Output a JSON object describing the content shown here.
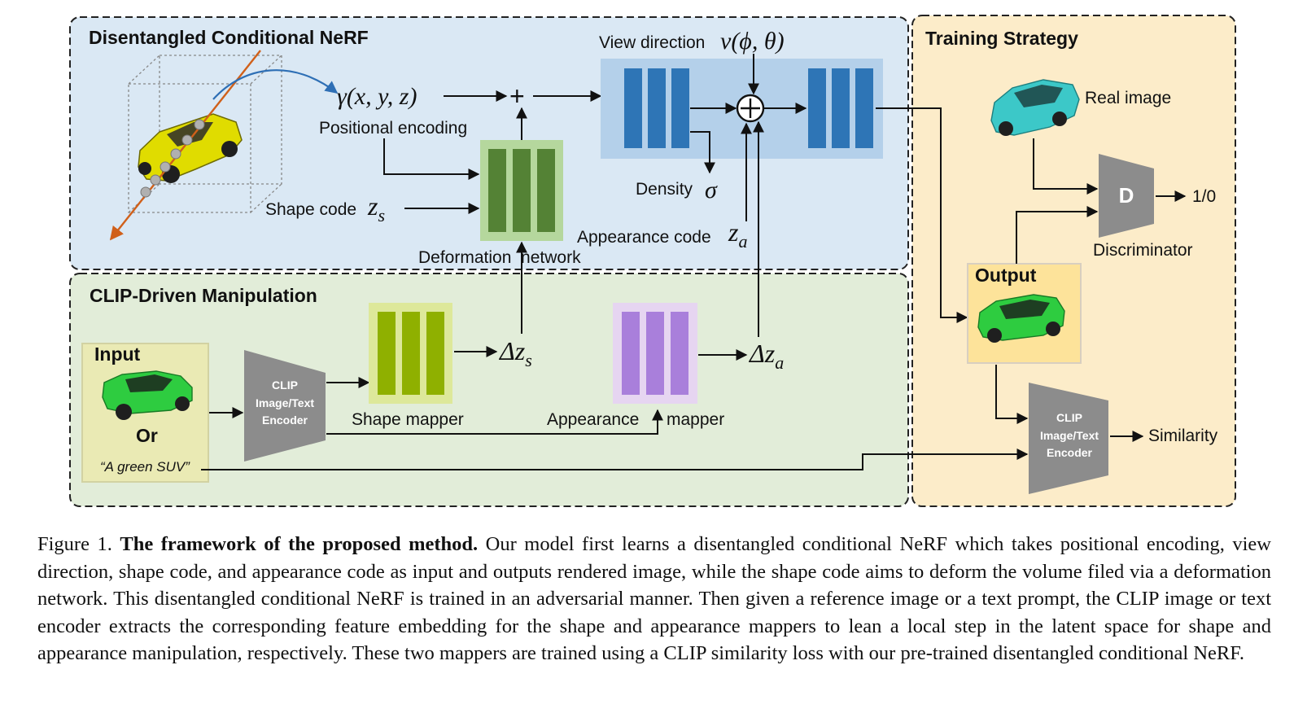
{
  "sections": {
    "nerf_title": "Disentangled Conditional NeRF",
    "clip_title": "CLIP-Driven Manipulation",
    "training_title": "Training Strategy"
  },
  "labels": {
    "positional_encoding_math": "γ(x, y, z)",
    "positional_encoding": "Positional encoding",
    "view_direction": "View direction",
    "view_direction_math": "v(ϕ, θ)",
    "density": "Density",
    "density_math": "σ",
    "shape_code": "Shape code",
    "shape_code_math": "z",
    "shape_code_sub": "s",
    "appearance_code": "Appearance code",
    "appearance_code_math": "z",
    "appearance_code_sub": "a",
    "deformation_network": "Deformation  network",
    "shape_mapper": "Shape mapper",
    "appearance_mapper_1": "Appearance",
    "appearance_mapper_2": "mapper",
    "delta_zs": "Δz",
    "delta_zs_sub": "s",
    "delta_za": "Δz",
    "delta_za_sub": "a",
    "input": "Input",
    "or": "Or",
    "text_prompt": "“A green SUV”",
    "encoder_line1": "CLIP",
    "encoder_line2": "Image/Text",
    "encoder_line3": "Encoder",
    "real_image": "Real image",
    "discriminator_letter": "D",
    "discriminator": "Discriminator",
    "disc_output": "1/0",
    "output": "Output",
    "similarity": "Similarity"
  },
  "caption": {
    "prefix": "Figure 1.",
    "bold": "The framework of the proposed method.",
    "text": "Our model first learns a disentangled conditional NeRF which takes positional encoding, view direction, shape code, and appearance code as input and outputs rendered image, while the shape code aims to deform the volume filed via a deformation network. This disentangled conditional NeRF is trained in an adversarial manner. Then given a reference image or a text prompt, the CLIP image or text encoder extracts the corresponding feature embedding for the shape and appearance mappers to lean a local step in the latent space for shape and appearance manipulation, respectively. These two mappers are trained using a CLIP similarity loss with our pre-trained disentangled conditional NeRF."
  },
  "colors": {
    "nerf_bg": "#dae8f4",
    "clip_bg": "#e2edd9",
    "training_bg": "#fcecc9",
    "nerf_block": "#2e75b6",
    "deform_block": "#548235",
    "shape_block": "#8fb000",
    "appear_block": "#a97fdb",
    "encoder": "#8c8c8c",
    "car_yellow": "#e6e600",
    "car_green": "#2ecc40",
    "car_teal": "#3cc8c8"
  }
}
